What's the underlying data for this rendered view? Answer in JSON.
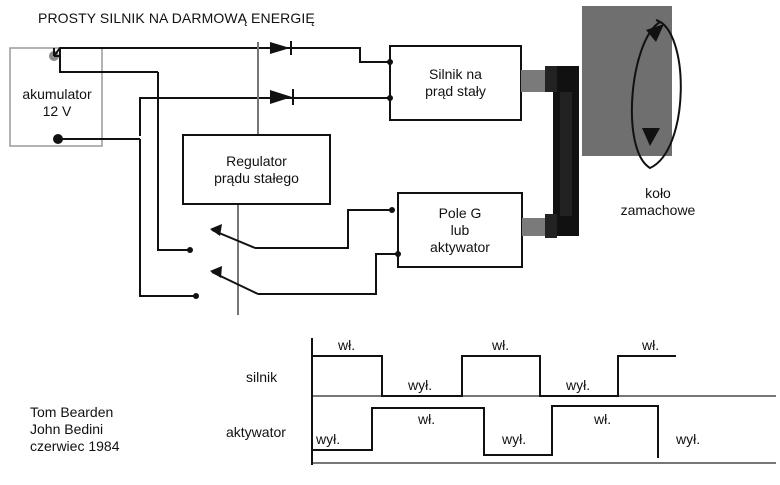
{
  "title": "PROSTY SILNIK NA DARMOWĄ ENERGIĘ",
  "battery": {
    "line1": "akumulator",
    "line2": "12 V"
  },
  "regulator": {
    "line1": "Regulator",
    "line2": "prądu stałego"
  },
  "motor": {
    "line1": "Silnik na",
    "line2": "prąd stały"
  },
  "actuator": {
    "line1": "Pole G",
    "line2": "lub",
    "line3": "aktywator"
  },
  "flywheel": {
    "line1": "koło",
    "line2": "zamachowe"
  },
  "timing": {
    "motor_label": "silnik",
    "actuator_label": "aktywator",
    "on": "wł.",
    "off": "wył."
  },
  "credits": [
    "Tom Bearden",
    "John Bedini",
    "czerwiec 1984"
  ]
}
